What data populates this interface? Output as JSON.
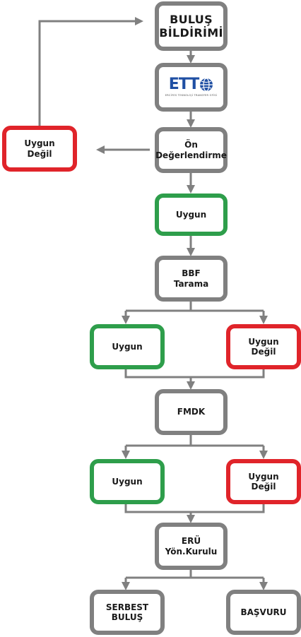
{
  "colors": {
    "connector": "#808080",
    "gray_border": "#808080",
    "green_border": "#2e9e4b",
    "red_border": "#e0242a",
    "logo_blue": "#1f4fa3"
  },
  "nodes": {
    "bulus": {
      "label": "BULUŞ\nBİLDİRİMİ"
    },
    "etto": {
      "logo_text": "ETT",
      "logo_subtitle": "ERCİYES TEKNOLOJİ TRANSFER OFİSİ",
      "logo_icon": "globe-icon"
    },
    "on_degerlendirme": {
      "label": "Ön\nDeğerlendirme"
    },
    "uygun_degil_top": {
      "label": "Uygun Değil"
    },
    "uygun_1": {
      "label": "Uygun"
    },
    "bbf_tarama": {
      "label": "BBF Tarama"
    },
    "uygun_2": {
      "label": "Uygun"
    },
    "uygun_degil_2": {
      "label": "Uygun Değil"
    },
    "fmdk": {
      "label": "FMDK"
    },
    "uygun_3": {
      "label": "Uygun"
    },
    "uygun_degil_3": {
      "label": "Uygun Değil"
    },
    "eru_yon_kurulu": {
      "label": "ERÜ\nYön.Kurulu"
    },
    "serbest_bulus": {
      "label": "SERBEST\nBULUŞ"
    },
    "basvuru": {
      "label": "BAŞVURU"
    }
  }
}
